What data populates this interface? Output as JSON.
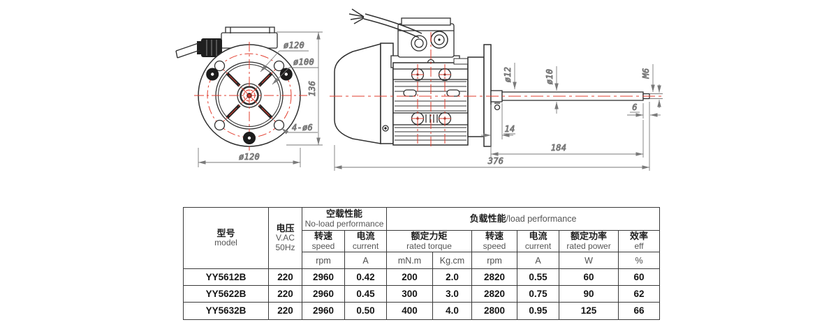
{
  "drawing": {
    "front": {
      "dim_flange_top": "ø120",
      "dim_bolt_circle": "ø100",
      "dim_holes": "4-ø6",
      "dim_flange_bottom": "ø120",
      "dim_height": "136"
    },
    "side": {
      "dim_shoulder_dia": "ø12",
      "dim_shaft_dia": "ø10",
      "dim_thread": "M6",
      "dim_shoulder_len": "14",
      "dim_tip_len": "6",
      "dim_shaft_len": "184",
      "dim_total_len": "376"
    },
    "colors": {
      "line": "#2f2f2f",
      "centerline": "#e23d2e",
      "dimension": "#7a7a7a"
    }
  },
  "table": {
    "header": {
      "model_zh": "型号",
      "model_en": "model",
      "voltage_zh": "电压",
      "voltage_en1": "V.AC",
      "voltage_en2": "50Hz",
      "noload_zh": "空载性能",
      "noload_en": "No-load performance",
      "load_zh": "负载性能",
      "load_en": "/load performance",
      "speed_zh": "转速",
      "speed_en": "speed",
      "current_zh": "电流",
      "current_en": "current",
      "torque_zh": "额定力矩",
      "torque_en": "rated torque",
      "power_zh": "额定功率",
      "power_en": "rated power",
      "eff_zh": "效率",
      "eff_en": "eff",
      "units": [
        "rpm",
        "A",
        "mN.m",
        "Kg.cm",
        "rpm",
        "A",
        "W",
        "%"
      ]
    },
    "rows": [
      {
        "model": "YY5612B",
        "voltage": "220",
        "nl_speed": "2960",
        "nl_current": "0.42",
        "torque_mnm": "200",
        "torque_kgcm": "2.0",
        "speed": "2820",
        "current": "0.55",
        "power": "60",
        "eff": "60"
      },
      {
        "model": "YY5622B",
        "voltage": "220",
        "nl_speed": "2960",
        "nl_current": "0.45",
        "torque_mnm": "300",
        "torque_kgcm": "3.0",
        "speed": "2820",
        "current": "0.75",
        "power": "90",
        "eff": "62"
      },
      {
        "model": "YY5632B",
        "voltage": "220",
        "nl_speed": "2960",
        "nl_current": "0.50",
        "torque_mnm": "400",
        "torque_kgcm": "4.0",
        "speed": "2800",
        "current": "0.95",
        "power": "125",
        "eff": "66"
      }
    ]
  }
}
